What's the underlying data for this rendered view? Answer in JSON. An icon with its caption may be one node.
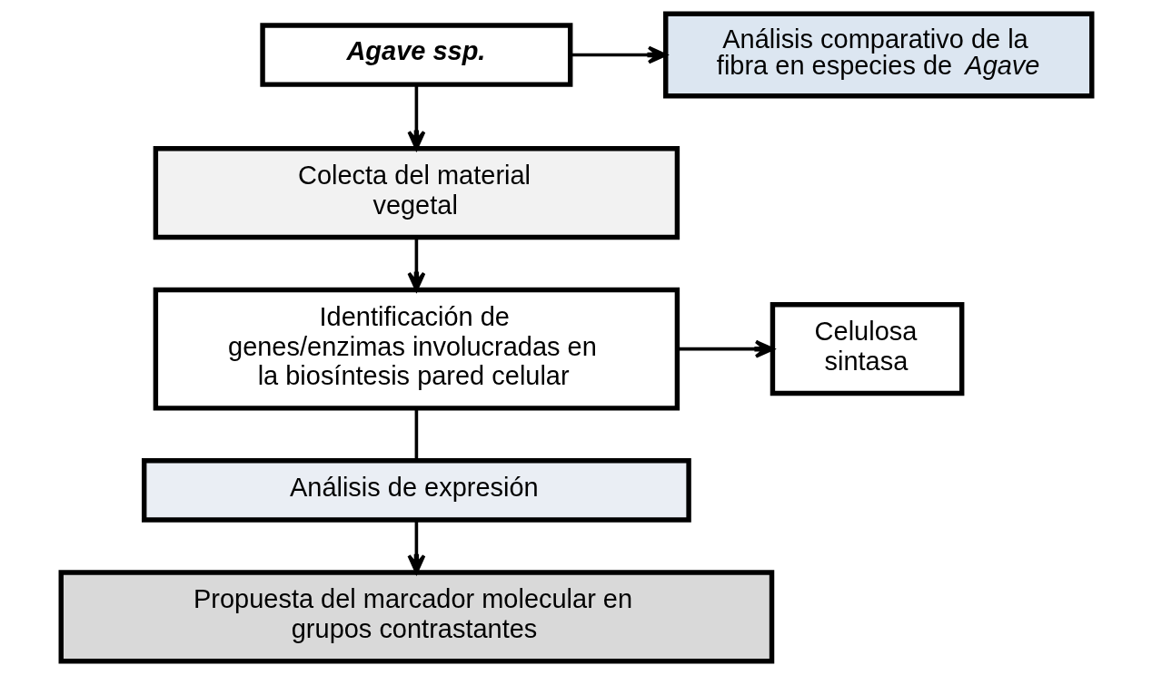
{
  "diagram": {
    "nodes": [
      {
        "text": [
          "Agave ssp."
        ]
      },
      {
        "text": [
          "Análisis comparativo de la fibra en especies de *Agave*"
        ]
      },
      {
        "text": [
          "Colecta del material vegetal"
        ]
      },
      {
        "text": [
          "Identificación de genes/enzimas involucradas en la biosíntesis pared celular"
        ]
      },
      {
        "text": [
          "Celulosa sintasa"
        ]
      },
      {
        "text": [
          "Análisis de expresión"
        ]
      },
      {
        "text": [
          "Propuesta del marcador molecular en grupos contrastantes"
        ]
      }
    ],
    "edges": [
      {
        "from": 0,
        "to": 2,
        "arrow": "to"
      },
      {
        "from": 0,
        "to": 1,
        "arrow": "to"
      },
      {
        "from": 2,
        "to": 3,
        "arrow": "to"
      },
      {
        "from": 3,
        "to": 4,
        "arrow": "to"
      },
      {
        "from": 3,
        "to": 5,
        "arrow": "none"
      },
      {
        "from": 5,
        "to": 6,
        "arrow": "to"
      }
    ]
  }
}
